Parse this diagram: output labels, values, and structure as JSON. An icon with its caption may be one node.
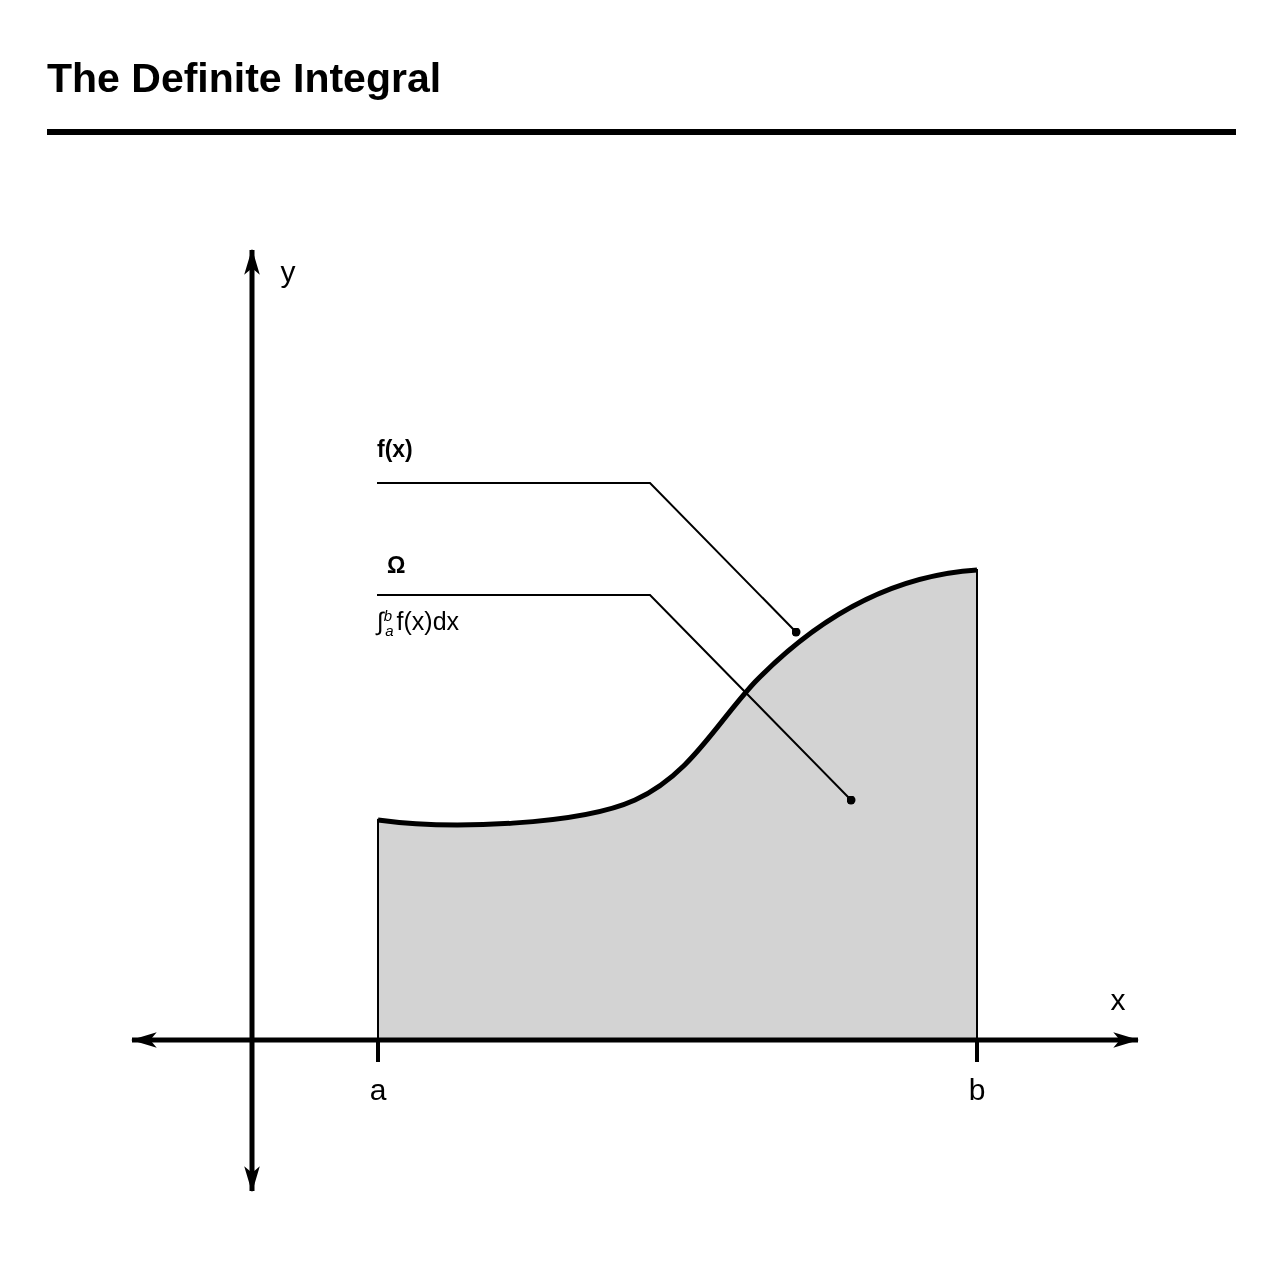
{
  "diagram": {
    "title": "The Definite Integral",
    "nodes": [
      {
        "text": [
          "f(x)"
        ]
      },
      {
        "text": [
          "Ω",
          "∫$^{b}$$_{a}$f(x)dx"
        ]
      },
      {
        "text": [],
        "shape": "curve"
      },
      {
        "text": [],
        "shape": "area"
      }
    ],
    "edges": [
      {
        "from": 0,
        "to": 2,
        "arrow": "other"
      },
      {
        "from": 1,
        "to": 3,
        "arrow": "other"
      }
    ],
    "labels": [
      "y",
      "x",
      "a",
      "b"
    ]
  }
}
